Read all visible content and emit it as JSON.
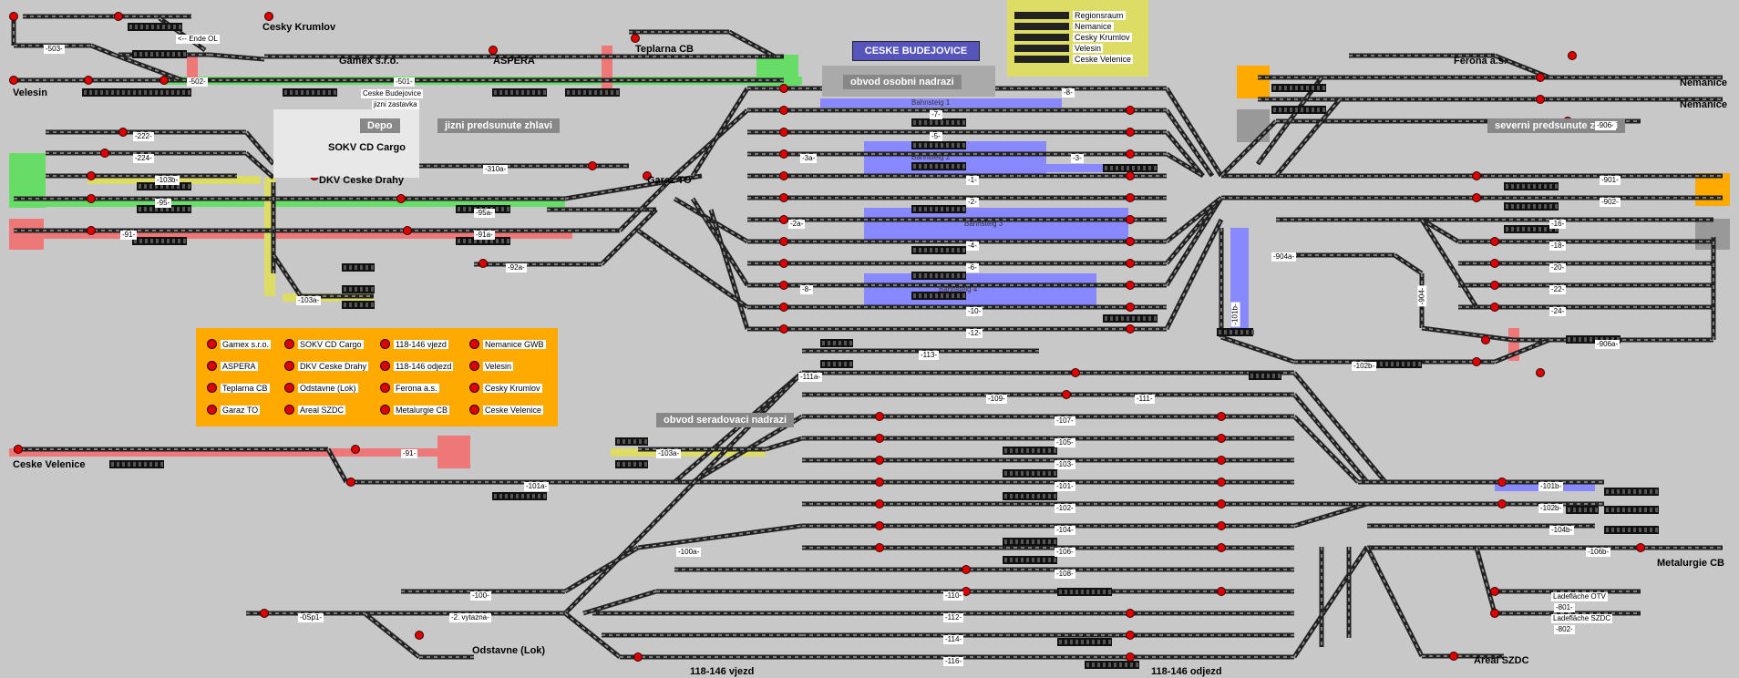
{
  "window_title": "CESKE BUDEJOVICE",
  "areas": {
    "osobni": "obvod osobni nadrazi",
    "seradovaci": "obvod seradovaci nadrazi",
    "jizni": "jizni predsunute zhlavi",
    "severni": "severni predsunute zhlavi",
    "depo": "Depo"
  },
  "platforms": [
    "Bahnsteig 1",
    "Bahnsteig 2",
    "Bahnsteig 3",
    "Bahnsteig 4"
  ],
  "stations": {
    "cesky_krumlov": "Cesky Krumlov",
    "velesin": "Velesin",
    "gamex": "Gamex s.r.o.",
    "aspera": "ASPERA",
    "teplarna": "Teplarna CB",
    "cb_jizni": "Ceske Budejovice",
    "cb_jizni2": "jizni zastavka",
    "ende_ol": "<-- Ende OL",
    "sokv": "SOKV CD Cargo",
    "dkv": "DKV Ceske Drahy",
    "garaz": "Garaz TO",
    "ferona": "Ferona a.s.",
    "nemanice1": "Nemanice",
    "nemanice2": "Nemanice",
    "ceske_velenice": "Ceske Velenice",
    "odstavne": "Odstavne (Lok)",
    "vjezd": "118-146 vjezd",
    "odjezd": "118-146 odjezd",
    "areal": "Areal SZDC",
    "metalurgie": "Metalurgie CB",
    "ladeflache_otv": "Ladefläche OTV",
    "ladeflache_szdc": "Ladefläche SZDC"
  },
  "top_legend": [
    "Regionsraum",
    "Nemanice",
    "Cesky Krumlov",
    "Velesin",
    "Ceske Velenice"
  ],
  "signal_legend": [
    [
      "Gamex s.r.o.",
      "SOKV CD Cargo",
      "118-146 vjezd",
      "Nemanice GWB"
    ],
    [
      "ASPERA",
      "DKV Ceske Drahy",
      "118-146 odjezd",
      "Velesin"
    ],
    [
      "Teplarna CB",
      "Odstavne (Lok)",
      "Ferona a.s.",
      "Cesky Krumlov"
    ],
    [
      "Garaz TO",
      "Areal SZDC",
      "Metalurgie CB",
      "Ceske Velenice"
    ]
  ],
  "track_labels": {
    "t501": "-501-",
    "t502": "-502-",
    "t503": "-503-",
    "t222": "-222-",
    "t224": "-224-",
    "t103b": "-103b-",
    "t95": "-95-",
    "t91": "-91-",
    "t310a": "-310a-",
    "t95a": "-95a-",
    "t91a": "-91a-",
    "t92a": "-92a-",
    "t103a": "-103a-",
    "t8": "-8-",
    "t7": "-7-",
    "t5": "-5-",
    "t3a": "-3a-",
    "t3": "-3-",
    "t1": "-1-",
    "t2": "-2-",
    "t2a": "-2a-",
    "t4": "-4-",
    "t6": "-6-",
    "t8b": "-8-",
    "t10": "-10-",
    "t12": "-12-",
    "t113": "-113-",
    "t111a": "-111a-",
    "t109": "-109-",
    "t111": "-111-",
    "t107": "-107-",
    "t105": "-105-",
    "t103": "-103-",
    "t101": "-101-",
    "t102": "-102-",
    "t104": "-104-",
    "t106": "-106-",
    "t108": "-108-",
    "t110": "-110-",
    "t112": "-112-",
    "t114": "-114-",
    "t116": "-116-",
    "t101a": "-101a-",
    "t100a": "-100a-",
    "t100": "-100-",
    "t0sp1": "-0Sp1-",
    "t2vyt": "-2. vytazna-",
    "t91b": "-91-",
    "t103a2": "-103a-",
    "t906": "-906-",
    "t901": "-901-",
    "t902": "-902-",
    "t16": "-16-",
    "t18": "-18-",
    "t20": "-20-",
    "t22": "-22-",
    "t24": "-24-",
    "t904a": "-904a-",
    "t904": "-904-",
    "t906a": "-906a-",
    "t101b": "-101b-",
    "t102b": "-102b-",
    "t104b": "-104b-",
    "t106b": "-106b-",
    "t801": "-801-",
    "t802": "-802-",
    "t101b2": "-101b-",
    "t102b2": "-102b-"
  },
  "colors": {
    "background": "#c8c8c8",
    "track": "#222222",
    "green_route": "#66dd66",
    "red_route": "#ee7777",
    "yellow_route": "#dddd66",
    "blue_route": "#8888ff",
    "platform": "#8888ff",
    "orange": "#ffaa00",
    "signal_red": "#dd0000"
  }
}
